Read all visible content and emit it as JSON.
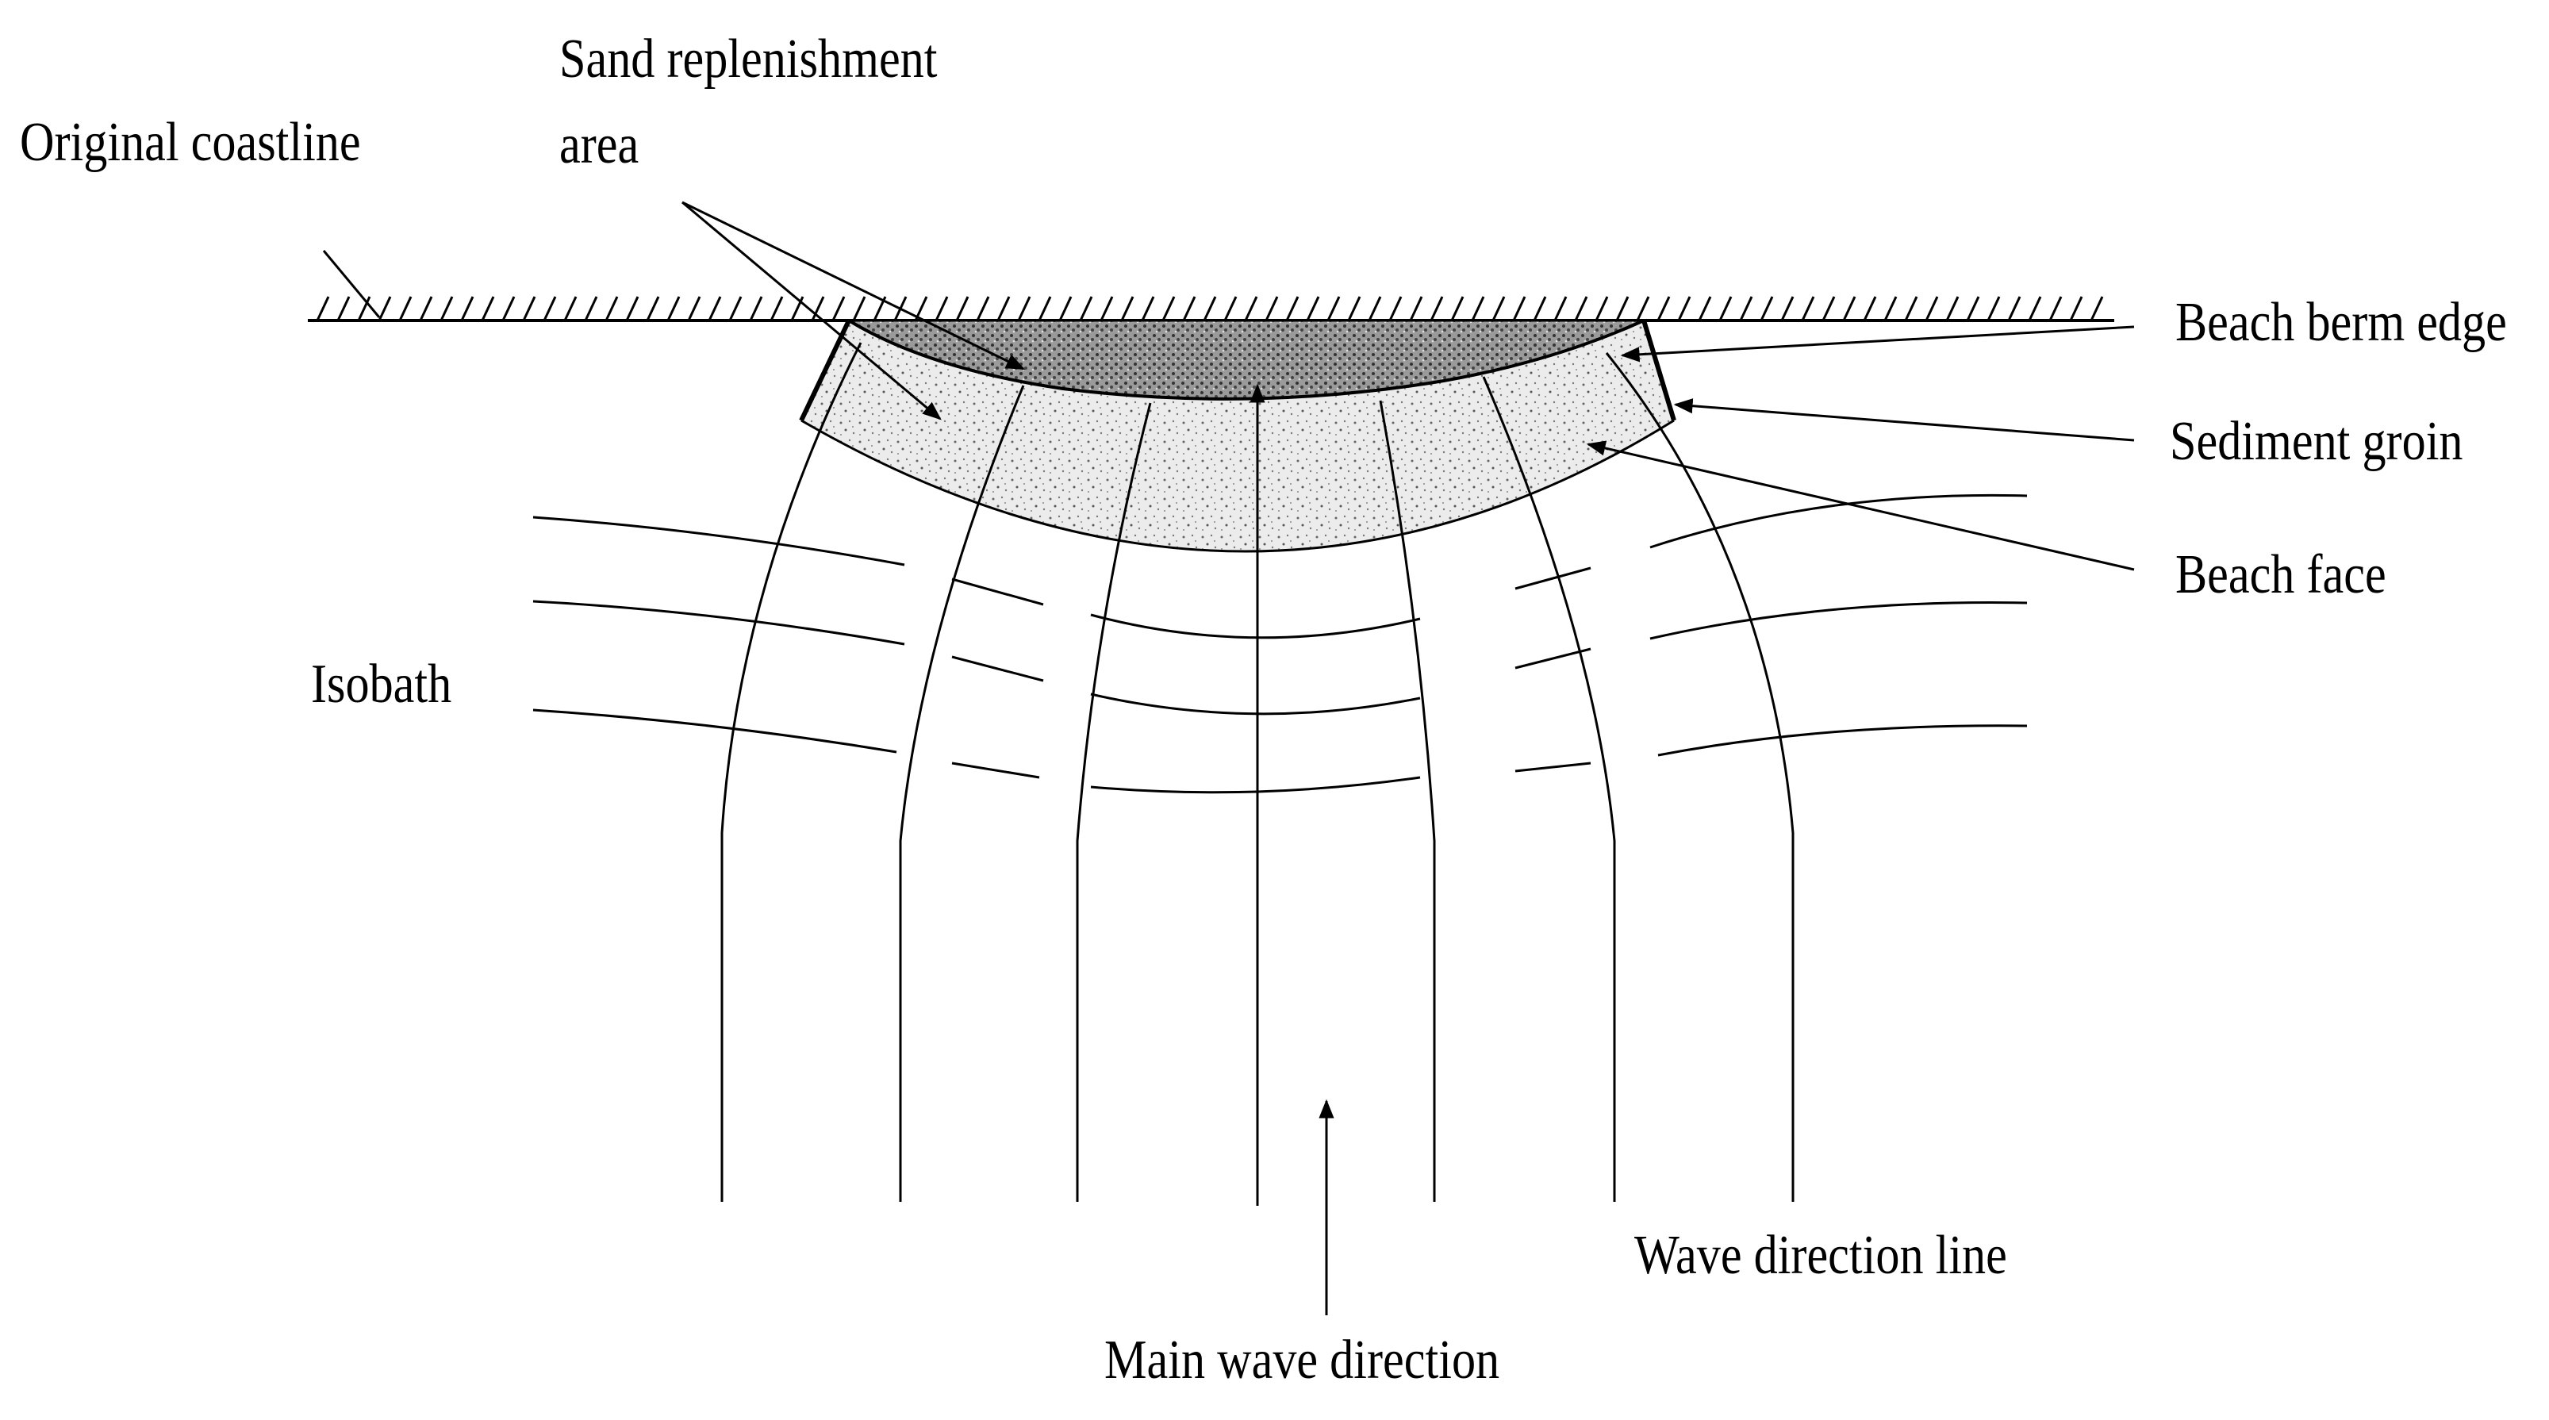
{
  "diagram": {
    "labels": {
      "original_coastline": "Original coastline",
      "sand_replenishment_line1": "Sand replenishment",
      "sand_replenishment_line2": "area",
      "beach_berm_edge": "Beach berm edge",
      "sediment_groin": "Sediment groin",
      "beach_face": "Beach face",
      "isobath": "Isobath",
      "wave_direction_line": "Wave direction line",
      "main_wave_direction": "Main wave direction"
    },
    "colors": {
      "line": "#000000",
      "berm_fill": "#8a8a8a",
      "face_fill": "#e6e6e6",
      "background": "#ffffff"
    }
  }
}
